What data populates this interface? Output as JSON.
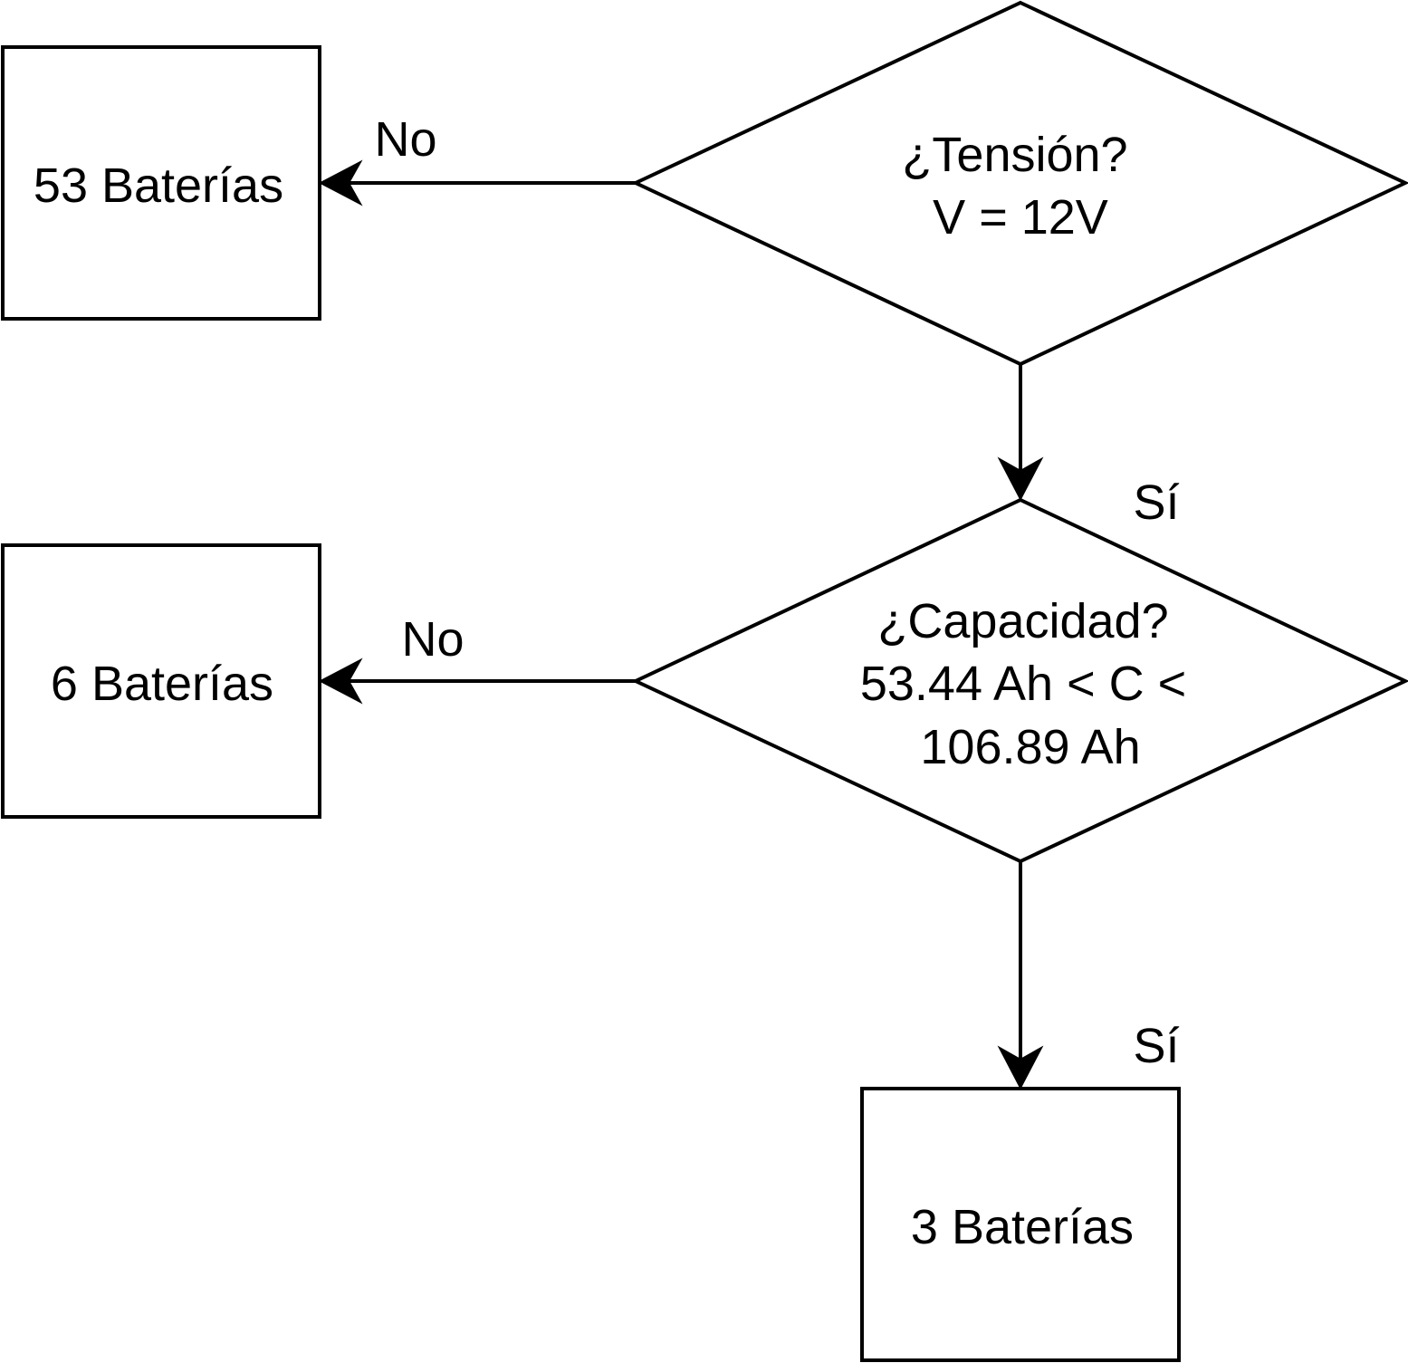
{
  "diagram": {
    "decisions": {
      "tension": {
        "line1": "¿Tensión?",
        "line2": "V = 12V"
      },
      "capacidad": {
        "line1": "¿Capacidad?",
        "line2": "53.44 Ah < C <",
        "line3": "106.89 Ah"
      }
    },
    "results": {
      "no_tension": "53 Baterías",
      "no_capacidad": "6 Baterías",
      "yes_capacidad": "3 Baterías"
    },
    "edge_labels": {
      "tension_no": "No",
      "tension_yes": "Sí",
      "capacidad_no": "No",
      "capacidad_yes": "Sí"
    }
  }
}
